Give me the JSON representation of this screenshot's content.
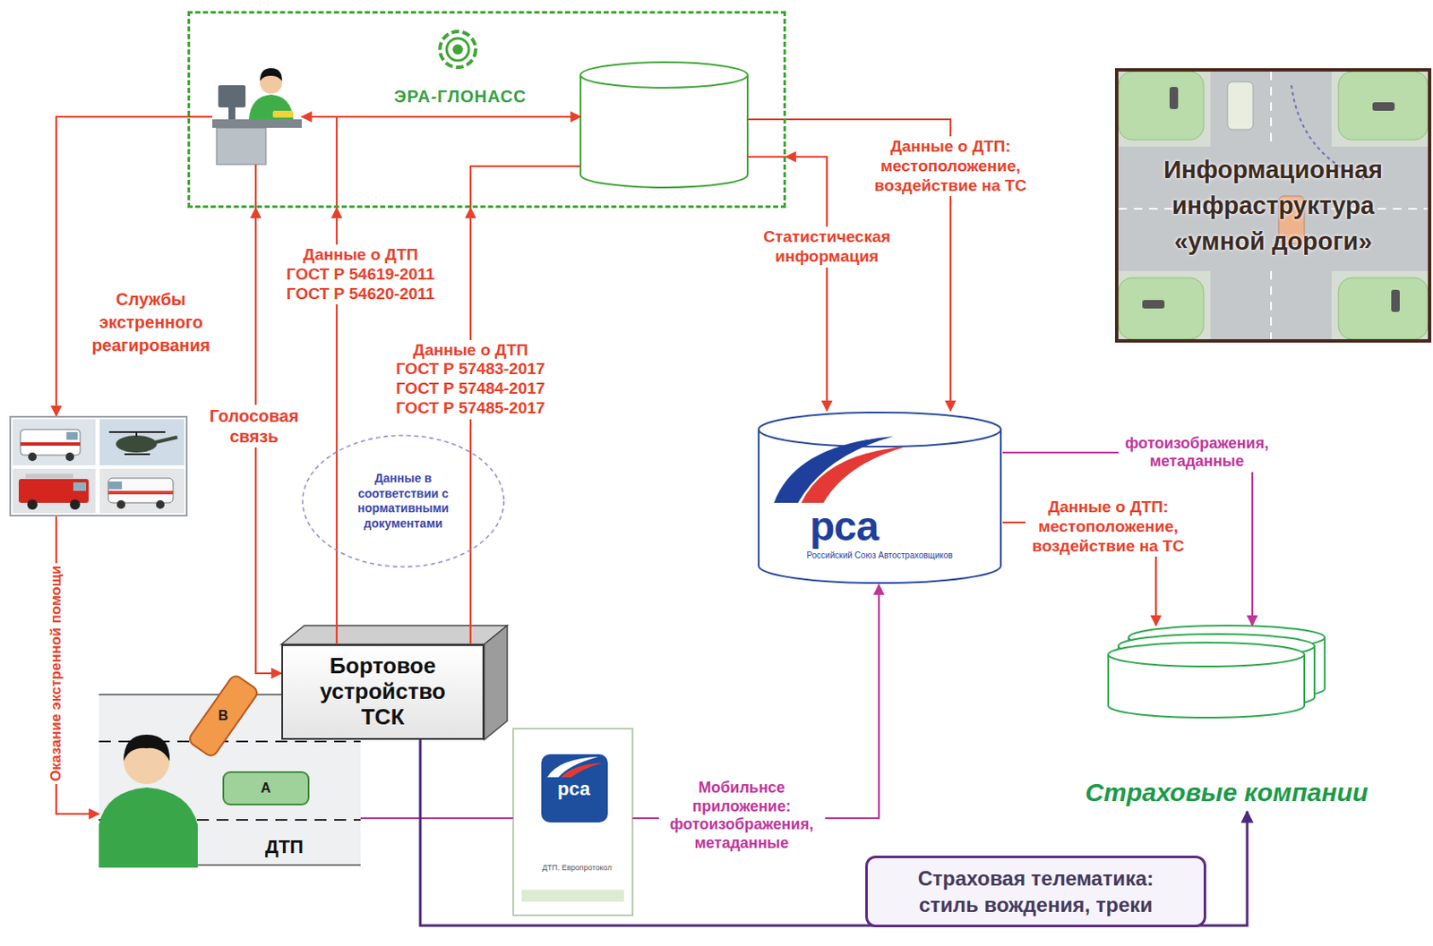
{
  "diagram": {
    "nodes": [
      {
        "text": [
          "ЭРА-ГЛОНАСС"
        ]
      },
      {
        "text": [
          "Информационная инфраструктура «умной дороги»"
        ]
      },
      {
        "text": [
          "Службы экстренного реагирования"
        ]
      },
      {
        "text": [
          "Данные в соответствии с нормативными документами"
        ]
      },
      {
        "text": [
          "рса",
          "Российский Союз Автостраховщиков"
        ]
      },
      {
        "text": [
          "Бортовое устройство ТСК"
        ]
      },
      {
        "text": [
          "Страховые компании"
        ]
      },
      {
        "text": [
          "ДТП"
        ]
      },
      {
        "text": [
          "рса",
          "ДТП. Европротокол"
        ]
      }
    ],
    "edges": [
      {
        "from": 0,
        "to": 2,
        "arrow": "to"
      },
      {
        "from": 2,
        "to": 7,
        "label": "Оказание экстренной помощи",
        "arrow": "to"
      },
      {
        "from": 5,
        "to": 0,
        "label": "Голосовая связь",
        "arrow": "both"
      },
      {
        "from": 5,
        "to": 0,
        "label": "Данные о ДТП ГОСТ Р 54619-2011 ГОСТ Р 54620-2011",
        "arrow": "to"
      },
      {
        "from": 5,
        "to": 0,
        "label": "Данные о ДТП ГОСТ Р 57483-2017 ГОСТ Р 57484-2017 ГОСТ Р 57485-2017",
        "arrow": "to"
      },
      {
        "from": 0,
        "to": 4,
        "label": "Данные о ДТП: местоположение, воздействие на ТС",
        "arrow": "to"
      },
      {
        "from": 4,
        "to": 0,
        "label": "Статистическая информация",
        "arrow": "both"
      },
      {
        "from": 4,
        "to": 6,
        "label": "фотоизображения, метаданные",
        "arrow": "to"
      },
      {
        "from": 4,
        "to": 6,
        "label": "Данные о ДТП: местоположение, воздействие на ТС",
        "arrow": "to"
      },
      {
        "from": 7,
        "to": 8,
        "arrow": "none"
      },
      {
        "from": 8,
        "to": 4,
        "label": "Мобильнсе приложение: фотоизображения, метаданные",
        "arrow": "to"
      },
      {
        "from": 5,
        "to": 6,
        "label": "Страховая телематика: стиль вождения, треки",
        "arrow": "to"
      }
    ],
    "labels": [
      "B",
      "A"
    ]
  }
}
